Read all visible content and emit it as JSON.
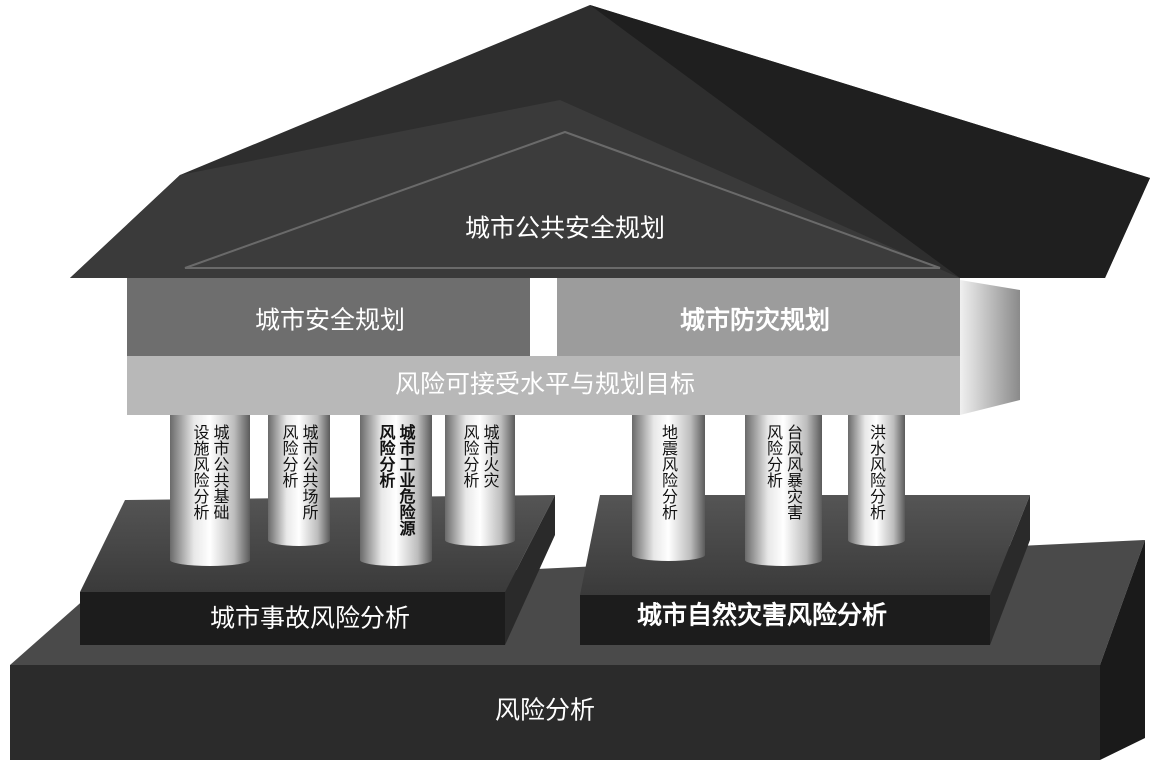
{
  "roof": {
    "title": "城市公共安全规划"
  },
  "beams": {
    "left": "城市安全规划",
    "right": "城市防灾规划",
    "lower": "风险可接受水平与规划目标"
  },
  "columns": [
    {
      "lines": [
        "城市公共基础",
        "设施风险分析"
      ]
    },
    {
      "lines": [
        "城市公共场所",
        "风险分析"
      ]
    },
    {
      "lines": [
        "城市工业危险源",
        "风险分析"
      ]
    },
    {
      "lines": [
        "城市火灾",
        "风险分析"
      ]
    },
    {
      "lines": [
        "地震风险分析"
      ]
    },
    {
      "lines": [
        "台风风暴灾害",
        "风险分析"
      ]
    },
    {
      "lines": [
        "洪水风险分析"
      ]
    }
  ],
  "platforms": {
    "left": "城市事故风险分析",
    "right": "城市自然灾害风险分析"
  },
  "base": {
    "label": "风险分析"
  },
  "colors": {
    "roof": "#2e2e2e",
    "beam_dark": "#6e6e6e",
    "beam_light": "#9c9c9c",
    "beam_lower": "#b8b8b8",
    "platform": "#1c1c1c",
    "base": "#2b2b2b"
  }
}
